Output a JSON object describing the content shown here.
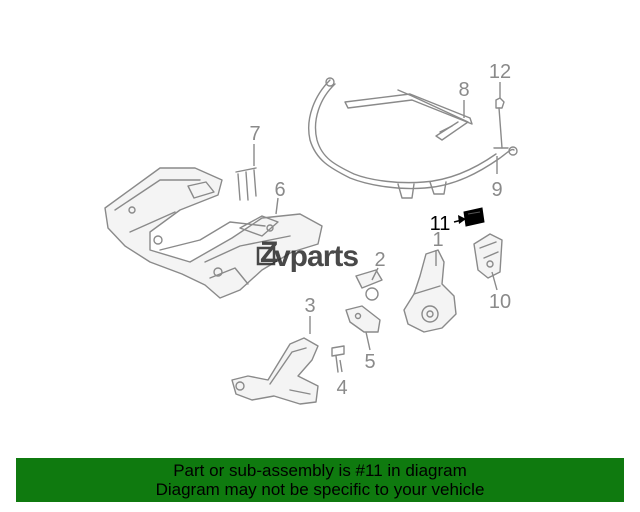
{
  "watermark": {
    "letter": "Z",
    "text": "vparts"
  },
  "callouts": [
    {
      "id": "1",
      "label": "1"
    },
    {
      "id": "2",
      "label": "2"
    },
    {
      "id": "3",
      "label": "3"
    },
    {
      "id": "4",
      "label": "4"
    },
    {
      "id": "5",
      "label": "5"
    },
    {
      "id": "6",
      "label": "6"
    },
    {
      "id": "7",
      "label": "7"
    },
    {
      "id": "8",
      "label": "8"
    },
    {
      "id": "9",
      "label": "9"
    },
    {
      "id": "10",
      "label": "10"
    },
    {
      "id": "11",
      "label": "11"
    },
    {
      "id": "12",
      "label": "12"
    }
  ],
  "highlighted_part": "11",
  "colors": {
    "footer_bg": "#0f7a0f",
    "part_line": "#8a8a8a",
    "highlight": "#000000"
  },
  "footer": {
    "line1": "Part or sub-assembly is #11 in diagram",
    "line2": "Diagram may not be specific to your vehicle"
  }
}
